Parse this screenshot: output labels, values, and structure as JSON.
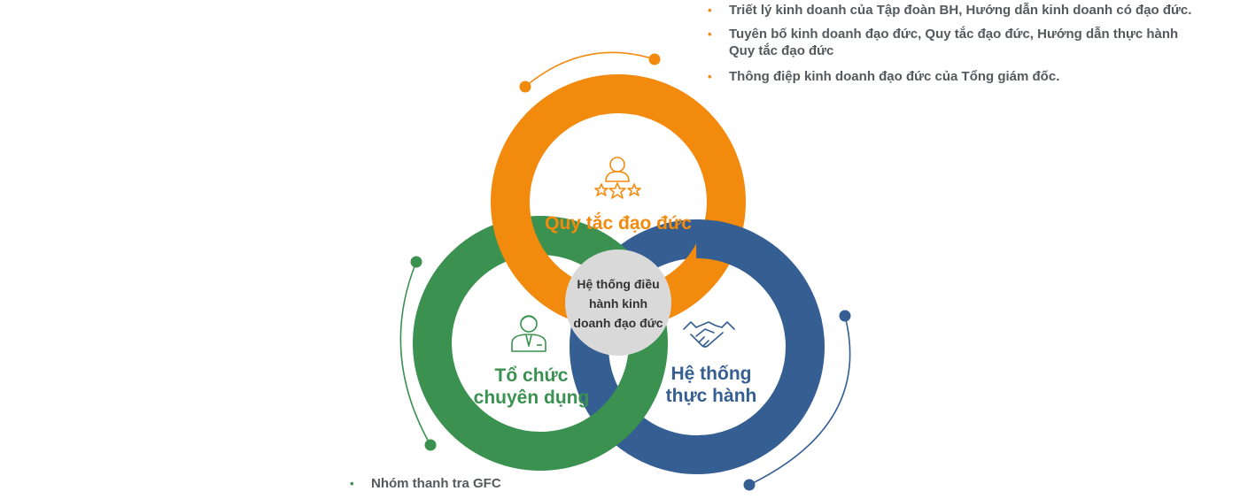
{
  "top_bullets": [
    "Triết lý kinh doanh của Tập đoàn BH, Hướng dẫn kinh doanh có đạo đức.",
    "Tuyên bố kinh doanh đạo đức, Quy tắc đạo đức, Hướng dẫn thực hành Quy tắc đạo đức",
    "Thông điệp kinh doanh đạo đức của Tổng giám đốc."
  ],
  "bottom_bullets": [
    "Nhóm thanh tra GFC"
  ],
  "center": {
    "line1": "Hệ thống điều",
    "line2": "hành kinh",
    "line3": "doanh đạo đức"
  },
  "pillars": {
    "ethics": {
      "label": "Quy tắc đạo đức",
      "icon": "person-stars-icon",
      "color": "#f28a0e"
    },
    "organization": {
      "line1": "Tổ chức",
      "line2": "chuyên dụng",
      "icon": "businessman-icon",
      "color": "#3a9150"
    },
    "practice": {
      "line1": "Hệ thống",
      "line2": "thực hành",
      "icon": "handshake-icon",
      "color": "#355f93"
    }
  }
}
